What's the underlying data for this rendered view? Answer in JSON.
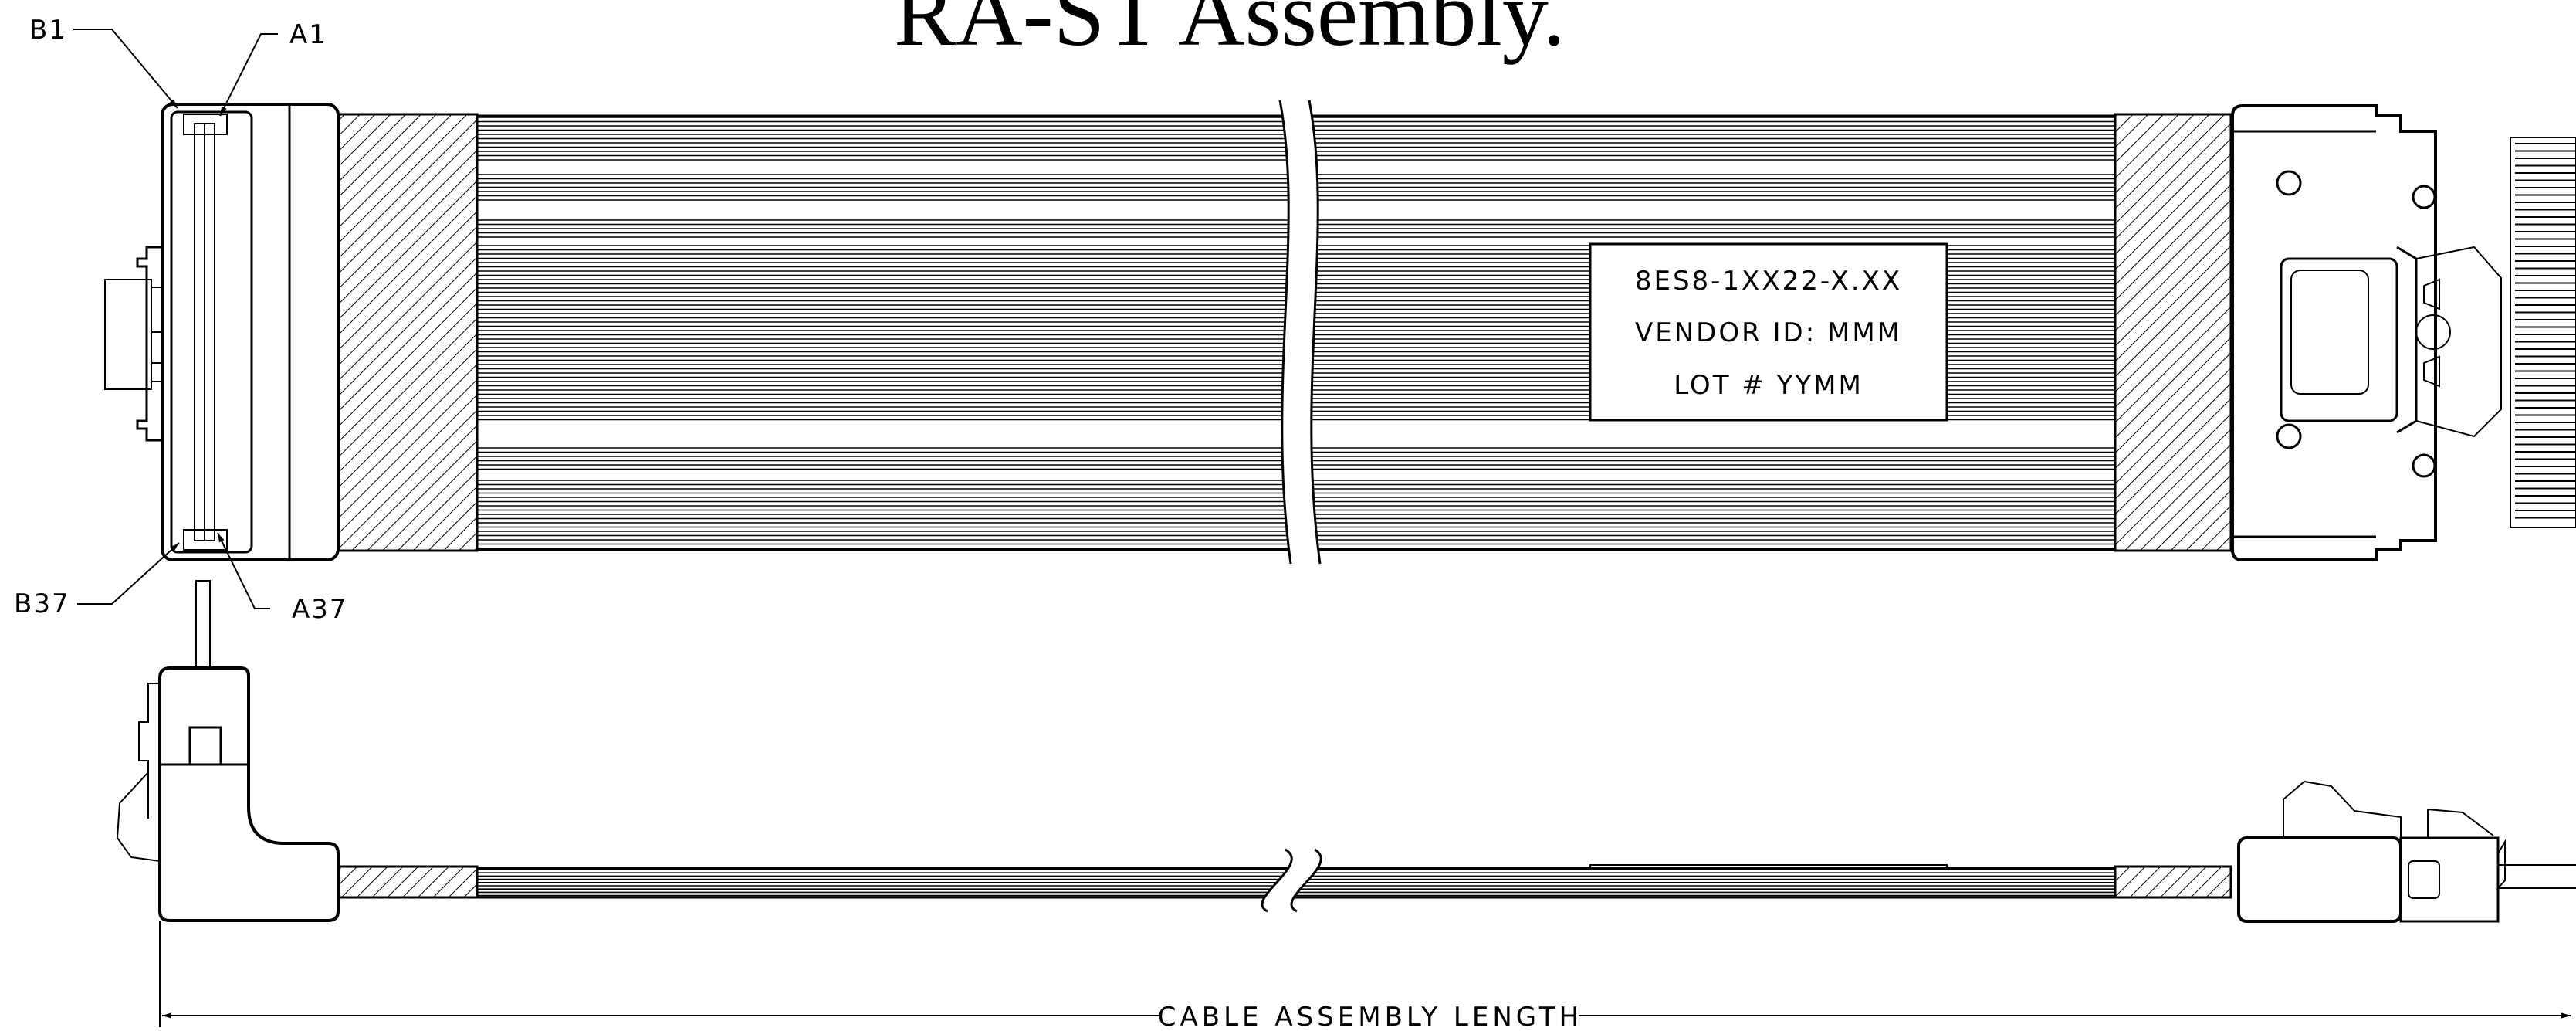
{
  "title": "RA-ST Assembly.",
  "callouts": {
    "b1": "B1",
    "a1": "A1",
    "b37": "B37",
    "a37": "A37"
  },
  "cable_label": {
    "part_number": "8ES8-1XX22-X.XX",
    "vendor_id": "VENDOR ID: MMM",
    "lot": "LOT # YYMM"
  },
  "dimension": {
    "label": "CABLE ASSEMBLY LENGTH"
  },
  "colors": {
    "line": "#000000",
    "background": "#ffffff"
  }
}
